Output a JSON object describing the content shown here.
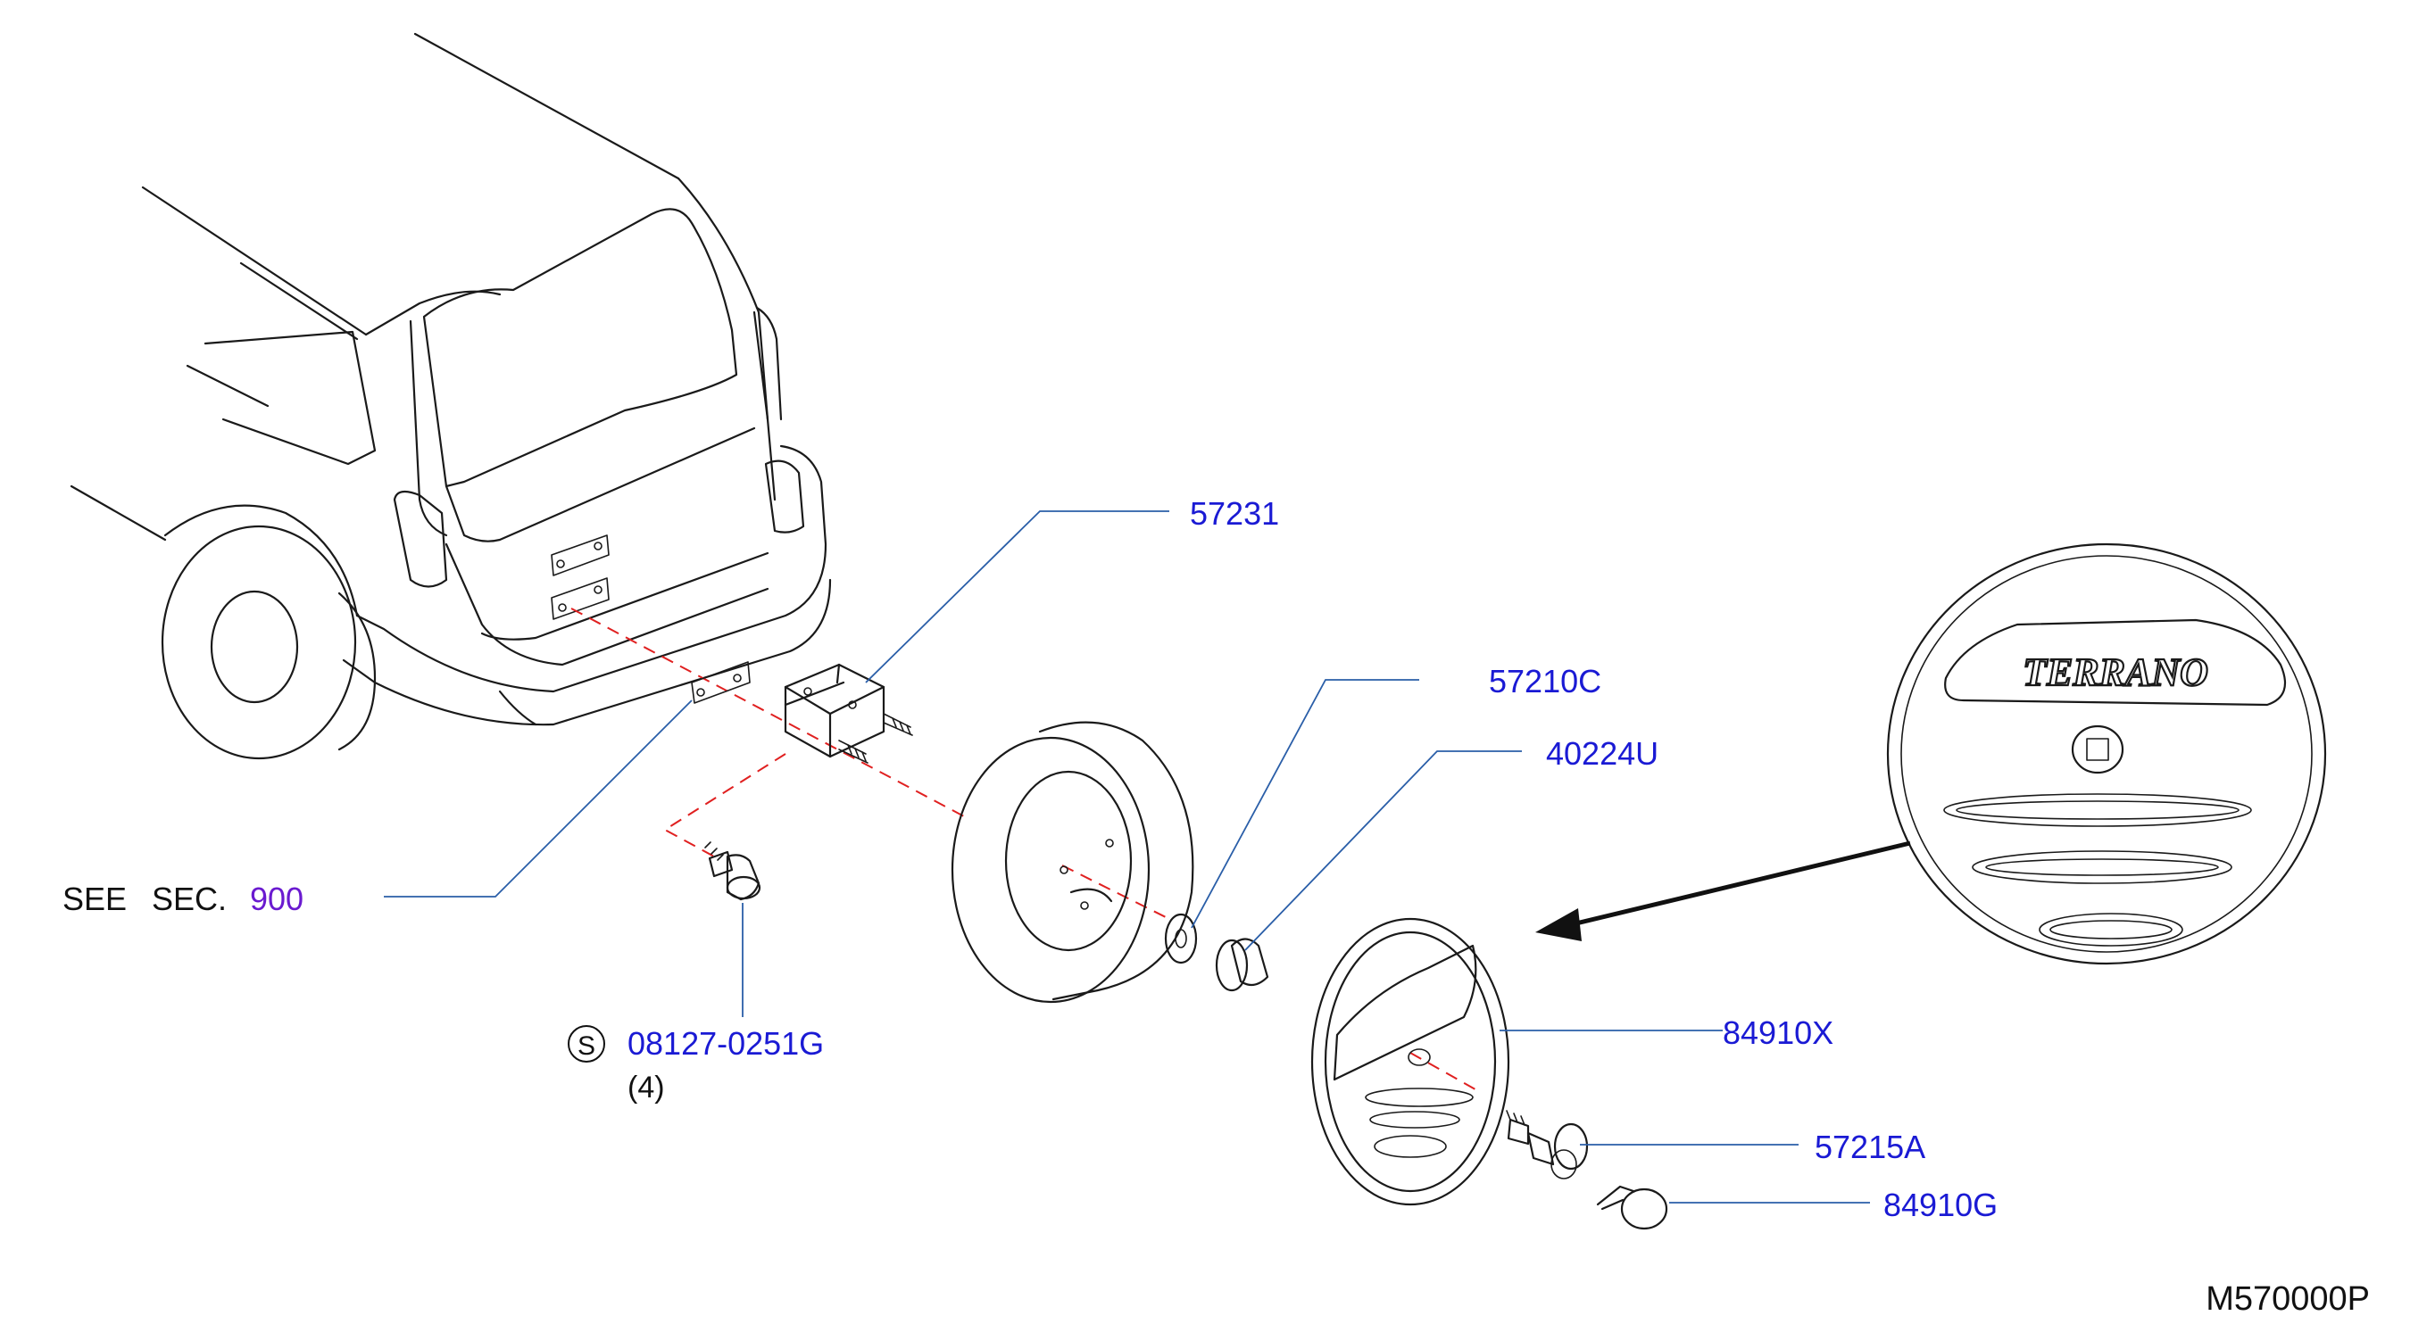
{
  "parts": [
    {
      "id": "bracket",
      "label": "57231"
    },
    {
      "id": "washer",
      "label": "57210C"
    },
    {
      "id": "nut",
      "label": "40224U"
    },
    {
      "id": "cover",
      "label": "84910X"
    },
    {
      "id": "cover-bolt",
      "label": "57215A"
    },
    {
      "id": "cap",
      "label": "84910G"
    },
    {
      "id": "bolt",
      "label": "08127-0251G",
      "symbol": "S",
      "qty": "(4)"
    }
  ],
  "see_section": {
    "prefix": "SEE",
    "sec": "SEC.",
    "number": "900"
  },
  "inset_logo": "TERRANO",
  "diagram_code": "M570000P",
  "colors": {
    "label": "#1a1ad4",
    "leader": "#2a5ea8",
    "dashed": "#e02020",
    "section": "#6a1ad0"
  }
}
